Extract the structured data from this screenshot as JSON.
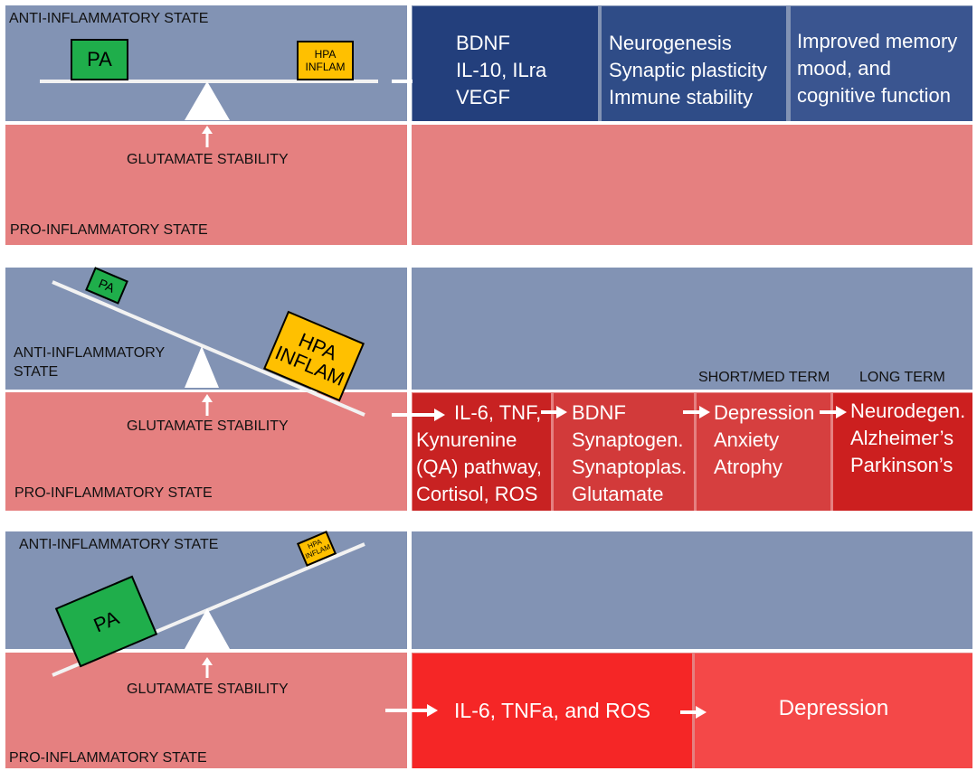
{
  "colors": {
    "anti_bg": "#8293b4",
    "pro_bg": "#e58080",
    "navy": "#233f7c",
    "navy2": "#2f4c87",
    "navy3": "#3a5590",
    "red_dark": "#c82222",
    "red_mid": "#d23a3a",
    "red_bright": "#f52626",
    "red_light": "#f44848",
    "pa_green": "#1fae4b",
    "hpa_yellow": "#ffc000"
  },
  "panel1": {
    "anti_label": "ANTI-INFLAMMATORY STATE",
    "pro_label": "PRO-INFLAMMATORY STATE",
    "glutamate_label": "GLUTAMATE STABILITY",
    "pa_label": "PA",
    "hpa_label_1": "HPA",
    "hpa_label_2": "INFLAM",
    "box1": [
      "BDNF",
      "IL-10, ILra",
      "VEGF"
    ],
    "box2": [
      "Neurogenesis",
      "Synaptic plasticity",
      "Immune stability"
    ],
    "box3": [
      "Improved memory",
      "mood, and",
      "cognitive function"
    ]
  },
  "panel2": {
    "anti_label_1": "ANTI-INFLAMMATORY",
    "anti_label_2": "STATE",
    "pro_label": "PRO-INFLAMMATORY STATE",
    "glutamate_label": "GLUTAMATE STABILITY",
    "pa_label": "PA",
    "hpa_label_1": "HPA",
    "hpa_label_2": "INFLAM",
    "short_term": "SHORT/MED TERM",
    "long_term": "LONG TERM",
    "box1": [
      "IL-6, TNF,",
      "Kynurenine",
      "(QA) pathway,",
      "Cortisol, ROS"
    ],
    "box2": [
      "BDNF",
      "Synaptogen.",
      "Synaptoplas.",
      "Glutamate"
    ],
    "box3": [
      "Depression",
      "Anxiety",
      "Atrophy"
    ],
    "box4": [
      "Neurodegen.",
      "Alzheimer’s",
      "Parkinson’s"
    ]
  },
  "panel3": {
    "anti_label": "ANTI-INFLAMMATORY STATE",
    "pro_label": "PRO-INFLAMMATORY STATE",
    "glutamate_label": "GLUTAMATE STABILITY",
    "pa_label": "PA",
    "hpa_label_1": "HPA",
    "hpa_label_2": "INFLAM",
    "box1": "IL-6, TNFa, and ROS",
    "box2": "Depression"
  }
}
